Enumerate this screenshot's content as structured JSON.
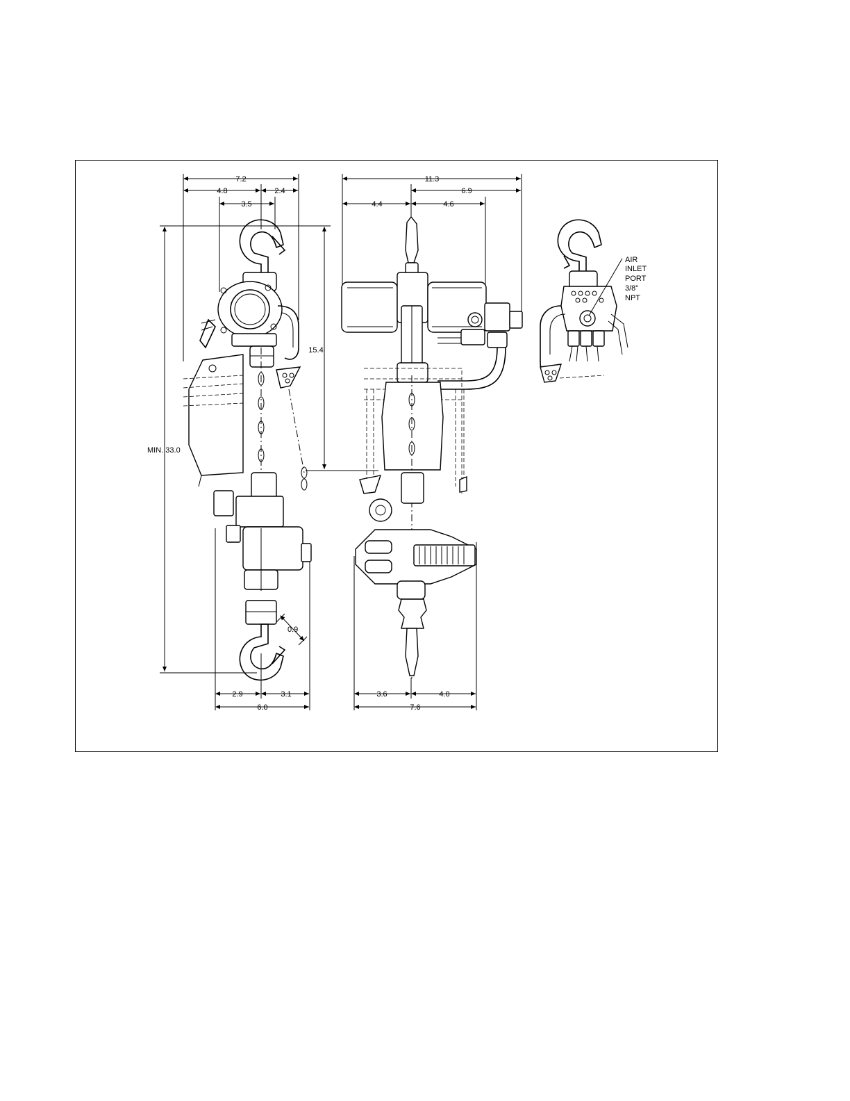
{
  "drawing": {
    "dimensions": {
      "side_overall_top": "7.2",
      "side_left_top": "4.8",
      "side_right_top": "2.4",
      "side_hook_width": "3.5",
      "side_height": "MIN. 33.0",
      "side_left_bottom": "2.9",
      "side_right_bottom": "3.1",
      "side_overall_bottom": "6.0",
      "hook_throat": "0.9",
      "front_overall_top": "11.3",
      "front_right_top": "6.9",
      "front_left_mid": "4.4",
      "front_right_mid": "4.6",
      "front_height": "15.4",
      "front_left_bottom": "3.6",
      "front_right_bottom": "4.0",
      "front_overall_bottom": "7.6"
    },
    "callout": {
      "line1": "AIR",
      "line2": "INLET",
      "line3": "PORT",
      "line4": "3/8\"",
      "line5": "NPT"
    }
  }
}
